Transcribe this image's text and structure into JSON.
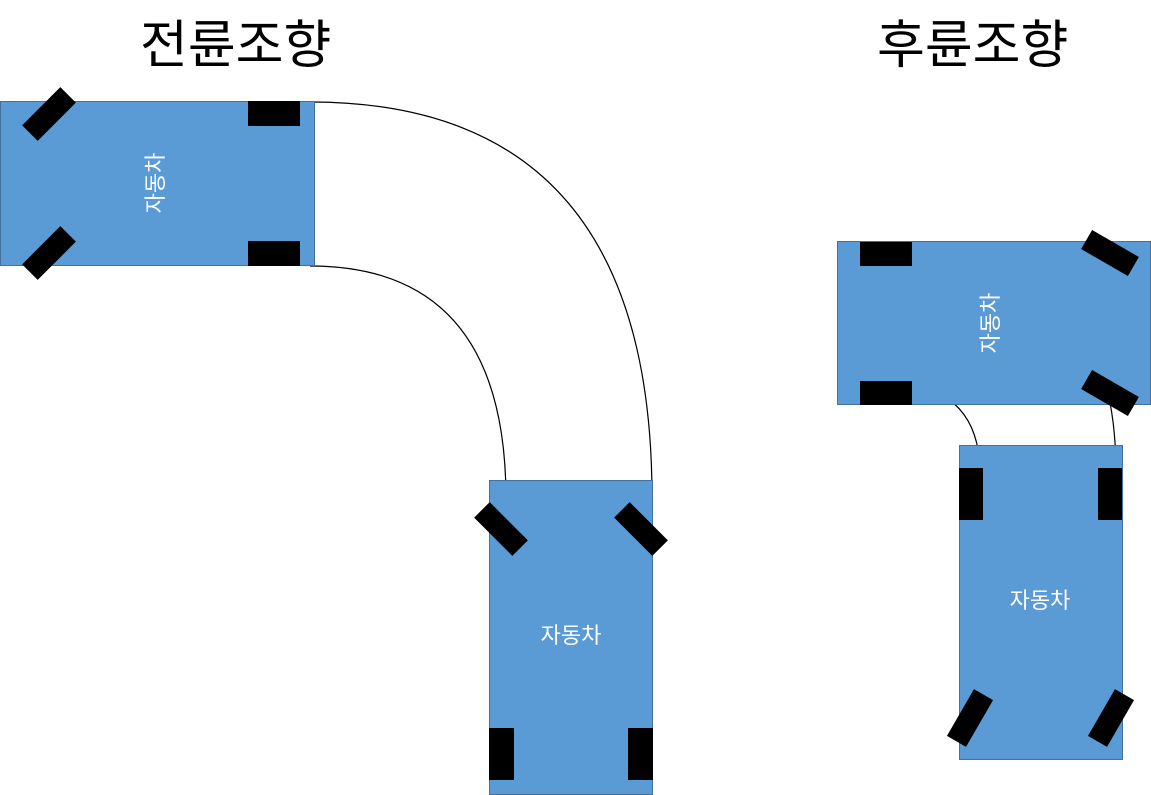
{
  "diagrams": {
    "front_steering": {
      "title": "전륜조향",
      "car_top_label": "자동차",
      "car_bottom_label": "자동차"
    },
    "rear_steering": {
      "title": "후륜조향",
      "car_top_label": "자동차",
      "car_bottom_label": "자동차"
    }
  },
  "colors": {
    "car_fill": "#5b9bd5",
    "car_border": "#41719c",
    "wheel": "#000000",
    "path_line": "#000000",
    "label_text": "#ffffff"
  }
}
